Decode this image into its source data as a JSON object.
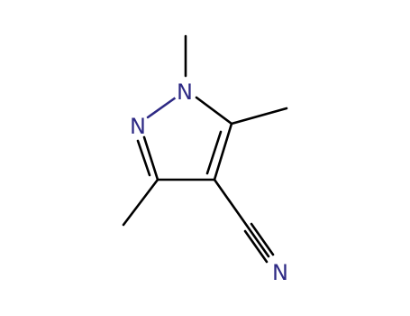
{
  "molecule": {
    "atoms": [
      {
        "id": "n1",
        "label": "N"
      },
      {
        "id": "n2",
        "label": "N"
      },
      {
        "id": "n_nitrile",
        "label": "N"
      }
    ],
    "colors": {
      "bond": "#000000",
      "heteroatom": "#2e2a85",
      "background": "#ffffff"
    }
  }
}
